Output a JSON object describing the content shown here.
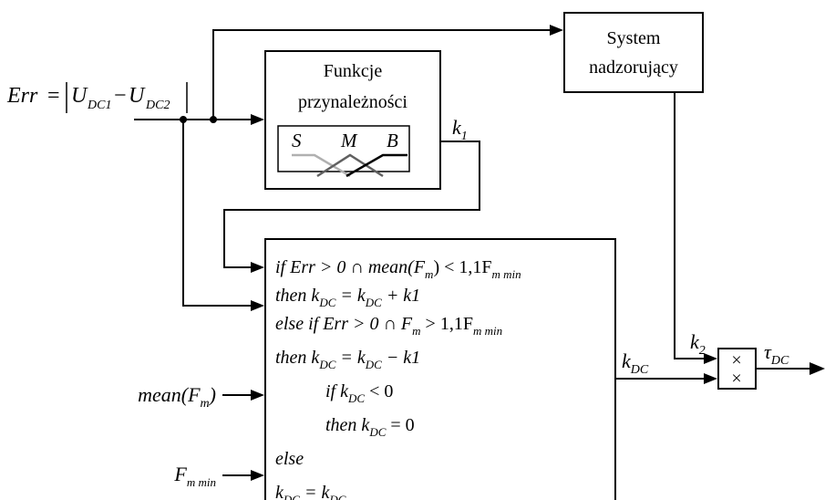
{
  "err_formula": {
    "lhs": "Err",
    "eq": "=",
    "u": "U",
    "sub1": "DC1",
    "minus": "−",
    "sub2": "DC2"
  },
  "supervisor": {
    "line1": "System",
    "line2": "nadzorujący"
  },
  "membership": {
    "line1": "Funkcje",
    "line2": "przynależności",
    "labels": [
      "S",
      "M",
      "B"
    ],
    "colors": {
      "S": "#b0b0b0",
      "M": "#606060",
      "B": "#000000"
    }
  },
  "signals": {
    "k1_main": "k",
    "k1_sub": "1",
    "k2_main": "k",
    "k2_sub": "2",
    "kdc_main": "k",
    "kdc_sub": "DC",
    "tau_main": "τ",
    "tau_sub": "DC"
  },
  "inputs": {
    "mean_fm": {
      "prefix": "mean(",
      "f": "F",
      "sub": "m",
      "suffix": ")"
    },
    "fm_min": {
      "f": "F",
      "sub": "m min"
    }
  },
  "multiplier_symbol": "×",
  "logic_lines": [
    [
      {
        "t": "if  Err > 0 ∩ mean(F",
        "i": true
      },
      {
        "t": "m",
        "sub": true,
        "i": true
      },
      {
        "t": ") < 1,1F",
        "i": false
      },
      {
        "t": "m min",
        "sub": true,
        "i": true
      }
    ],
    [
      {
        "t": "then k",
        "i": true
      },
      {
        "t": "DC",
        "sub": true,
        "i": true
      },
      {
        "t": " = k",
        "i": true
      },
      {
        "t": "DC",
        "sub": true,
        "i": true
      },
      {
        "t": " + k1",
        "i": true
      }
    ],
    [
      {
        "t": "else if  Err > 0 ∩ F",
        "i": true
      },
      {
        "t": "m",
        "sub": true,
        "i": true
      },
      {
        "t": " > 1,1F",
        "i": false
      },
      {
        "t": "m min",
        "sub": true,
        "i": true
      }
    ],
    [
      {
        "t": "then k",
        "i": true
      },
      {
        "t": "DC",
        "sub": true,
        "i": true
      },
      {
        "t": " = k",
        "i": true
      },
      {
        "t": "DC",
        "sub": true,
        "i": true
      },
      {
        "t": " − k1",
        "i": true
      }
    ],
    [
      {
        "t": "if  k",
        "i": true
      },
      {
        "t": "DC",
        "sub": true,
        "i": true
      },
      {
        "t": " < 0",
        "i": false
      }
    ],
    [
      {
        "t": "then k",
        "i": true
      },
      {
        "t": "DC",
        "sub": true,
        "i": true
      },
      {
        "t": " = 0",
        "i": false
      }
    ],
    [
      {
        "t": "else",
        "i": true
      }
    ],
    [
      {
        "t": "k",
        "i": true
      },
      {
        "t": "DC",
        "sub": true,
        "i": true
      },
      {
        "t": " = k",
        "i": true
      },
      {
        "t": "DC",
        "sub": true,
        "i": true
      }
    ]
  ]
}
